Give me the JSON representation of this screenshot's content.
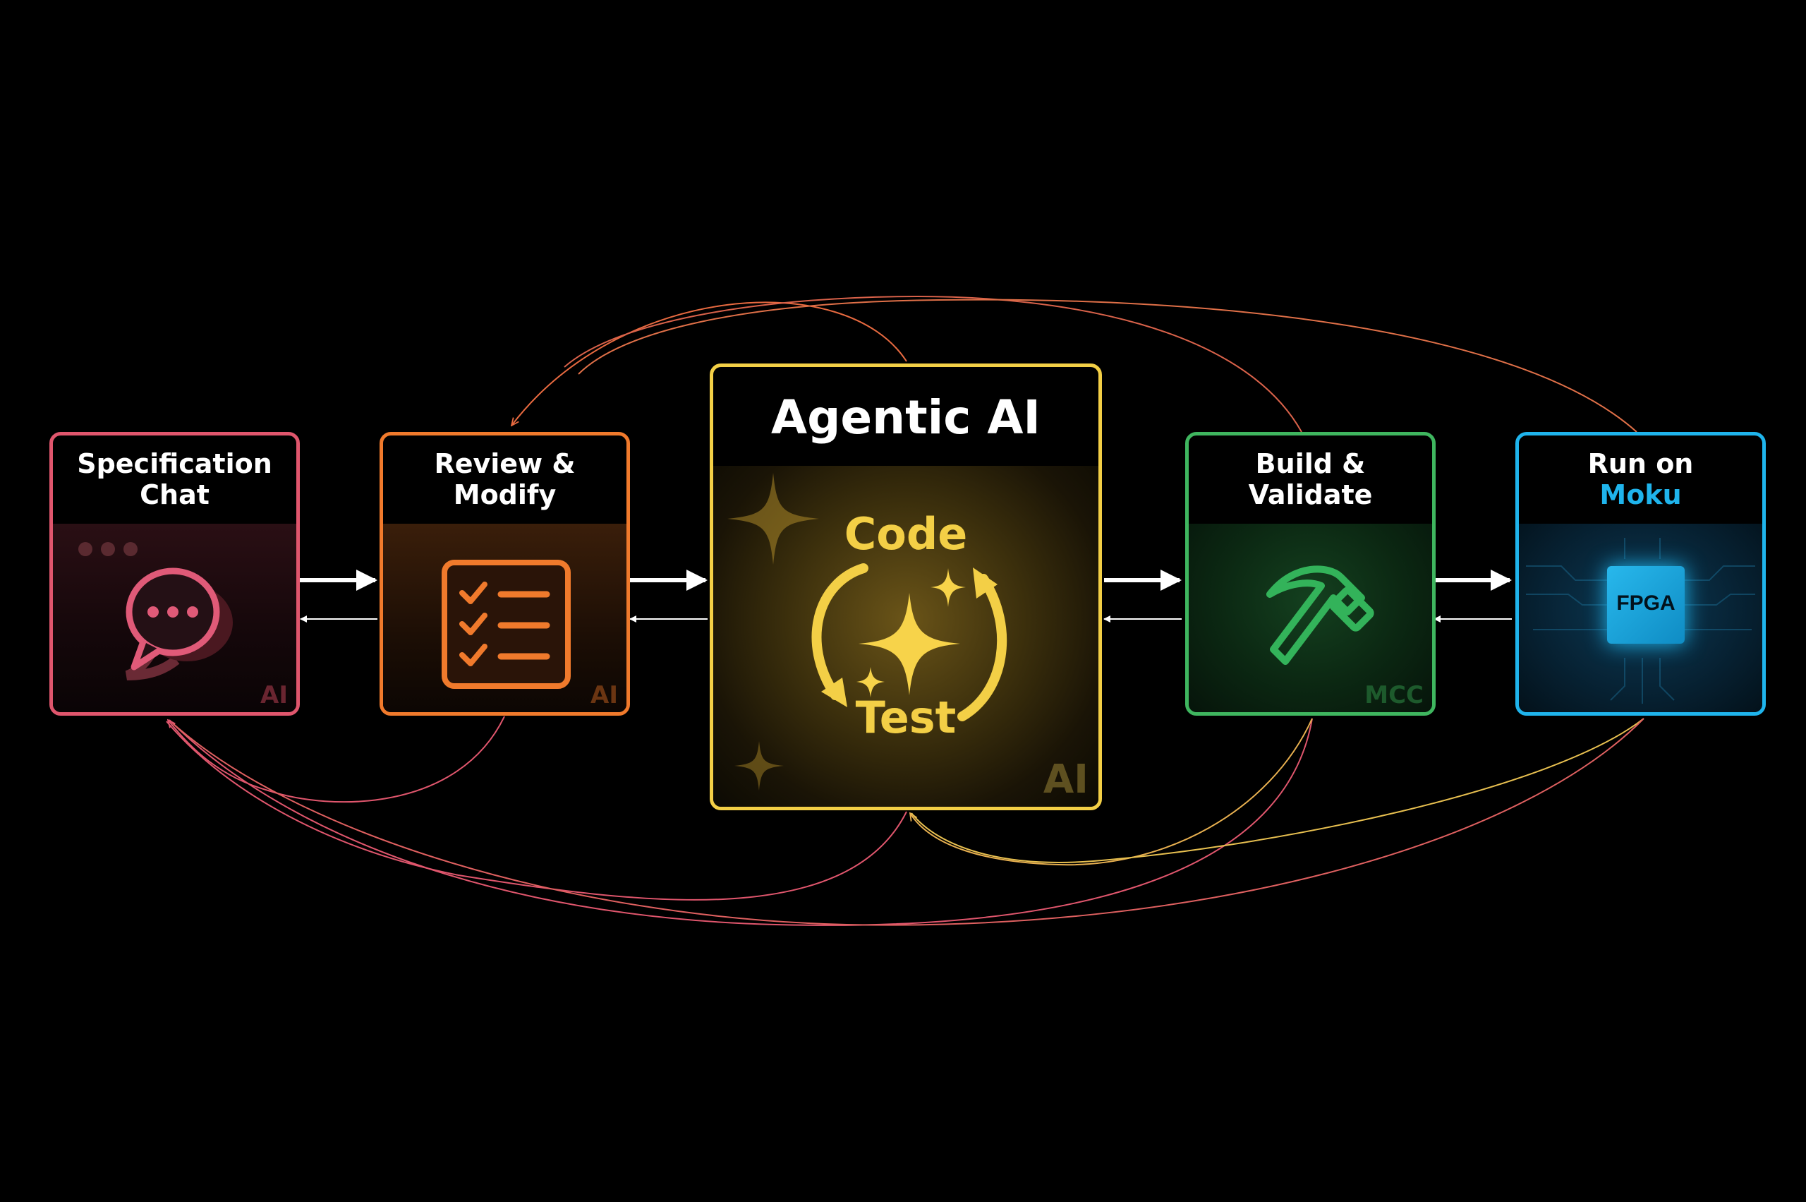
{
  "nodes": {
    "spec_chat": {
      "title_line1": "Specification",
      "title_line2": "Chat",
      "tag": "AI",
      "color": "#e0566d"
    },
    "review_modify": {
      "title_line1": "Review &",
      "title_line2": "Modify",
      "tag": "AI",
      "color": "#f07a2c"
    },
    "agentic_ai": {
      "title": "Agentic AI",
      "loop_top": "Code",
      "loop_bottom": "Test",
      "tag": "AI",
      "color": "#f3cf46"
    },
    "build_validate": {
      "title_line1": "Build &",
      "title_line2": "Validate",
      "tag": "MCC",
      "color": "#3fb65f"
    },
    "run_on_moku": {
      "title_line1": "Run on",
      "title_line2": "Moku",
      "chip_label": "FPGA",
      "color": "#1fb4ec"
    }
  },
  "icons": {
    "spec_chat": "chat-bubble-icon",
    "review_modify": "checklist-icon",
    "agentic_ai": "sparkle-cycle-icon",
    "build_validate": "hammer-icon",
    "run_on_moku": "fpga-chip-icon"
  }
}
